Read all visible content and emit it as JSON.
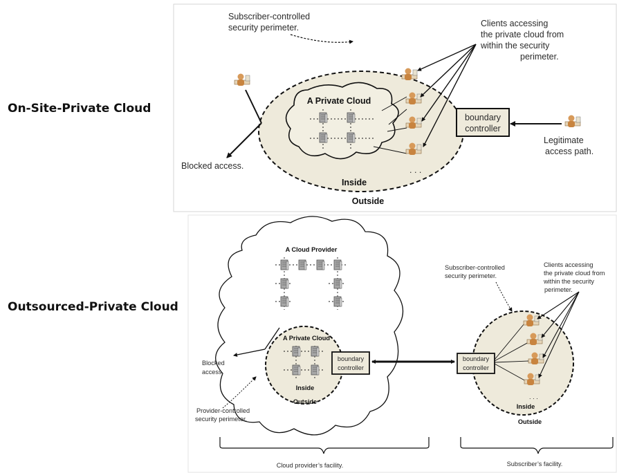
{
  "sections": [
    {
      "label": "On-Site-Private Cloud"
    },
    {
      "label": "Outsourced-Private Cloud"
    }
  ],
  "onsite": {
    "perimeter_label": [
      "Subscriber-controlled",
      "security perimeter."
    ],
    "clients_label": [
      "Clients accessing",
      "the private cloud from",
      "within the security",
      "perimeter."
    ],
    "cloud_title": "A Private Cloud",
    "boundary_controller": [
      "boundary",
      "controller"
    ],
    "legit_label": [
      "Legitimate",
      "access path."
    ],
    "blocked_label": "Blocked access.",
    "inside": "Inside",
    "outside": "Outside",
    "ellipsis": ". . ."
  },
  "outsourced": {
    "provider_title": "A Cloud Provider",
    "private_cloud_title": "A Private Cloud",
    "provider_boundary": [
      "boundary",
      "controller"
    ],
    "inside_left": "Inside",
    "outside_left": "Outside",
    "blocked_label": [
      "Blocked",
      "access."
    ],
    "provider_perimeter": [
      "Provider-controlled",
      "security perimeter."
    ],
    "subscriber_perimeter": [
      "Subscriber-controlled",
      "security perimeter."
    ],
    "clients_label": [
      "Clients accessing",
      "the private cloud from",
      "within the security",
      "perimeter."
    ],
    "subscriber_boundary": [
      "boundary",
      "controller"
    ],
    "inside_right": "Inside",
    "outside_right": "Outside",
    "ellipsis": ". . .",
    "provider_facility": "Cloud provider’s facility.",
    "subscriber_facility": "Subscriber’s facility."
  },
  "colors": {
    "perimeter_fill": "#eeeadb",
    "server": "#9a9a9a",
    "person_skin": "#d79a5a"
  }
}
